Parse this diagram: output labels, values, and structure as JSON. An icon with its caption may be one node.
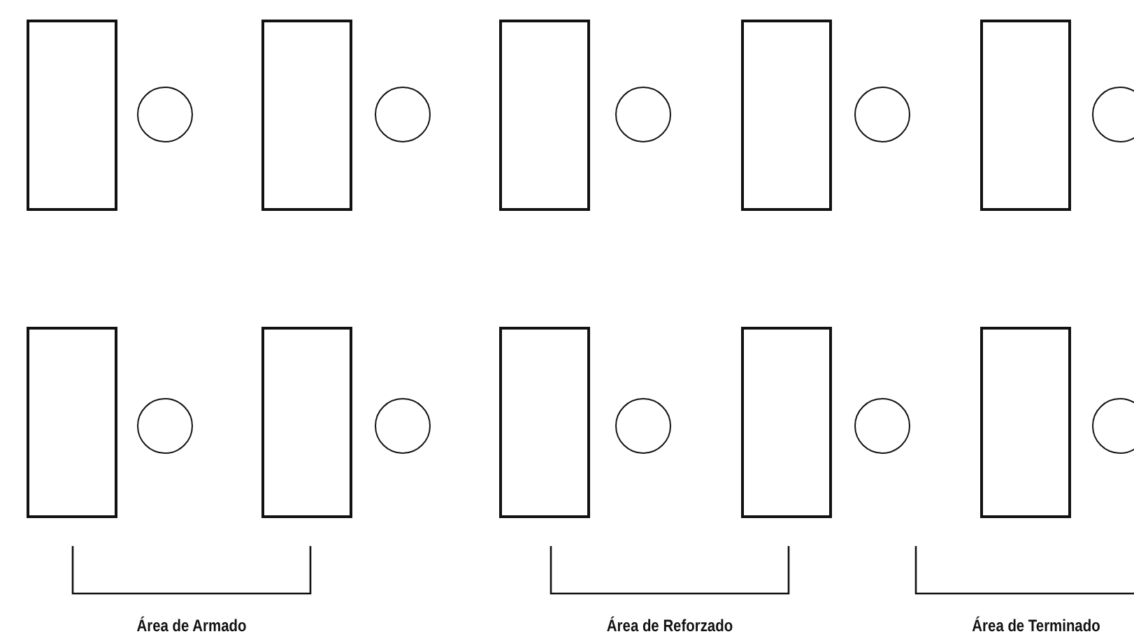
{
  "diagram": {
    "nodes": [
      {
        "text": [],
        "shape": "box"
      },
      {
        "text": [],
        "shape": "circle"
      },
      {
        "text": [],
        "shape": "box"
      },
      {
        "text": [],
        "shape": "circle"
      },
      {
        "text": [],
        "shape": "box"
      },
      {
        "text": [],
        "shape": "circle"
      },
      {
        "text": [],
        "shape": "box"
      },
      {
        "text": [],
        "shape": "circle"
      },
      {
        "text": [],
        "shape": "box"
      },
      {
        "text": [],
        "shape": "circle"
      },
      {
        "text": [],
        "shape": "box"
      },
      {
        "text": [],
        "shape": "circle"
      },
      {
        "text": [],
        "shape": "box"
      },
      {
        "text": [],
        "shape": "circle"
      },
      {
        "text": [],
        "shape": "box"
      },
      {
        "text": [],
        "shape": "circle"
      },
      {
        "text": [],
        "shape": "box"
      },
      {
        "text": [],
        "shape": "circle"
      },
      {
        "text": [],
        "shape": "box"
      },
      {
        "text": [],
        "shape": "circle"
      }
    ],
    "labels": [
      "Área de Armado",
      "Área de Reforzado",
      "Área de Terminado"
    ]
  }
}
